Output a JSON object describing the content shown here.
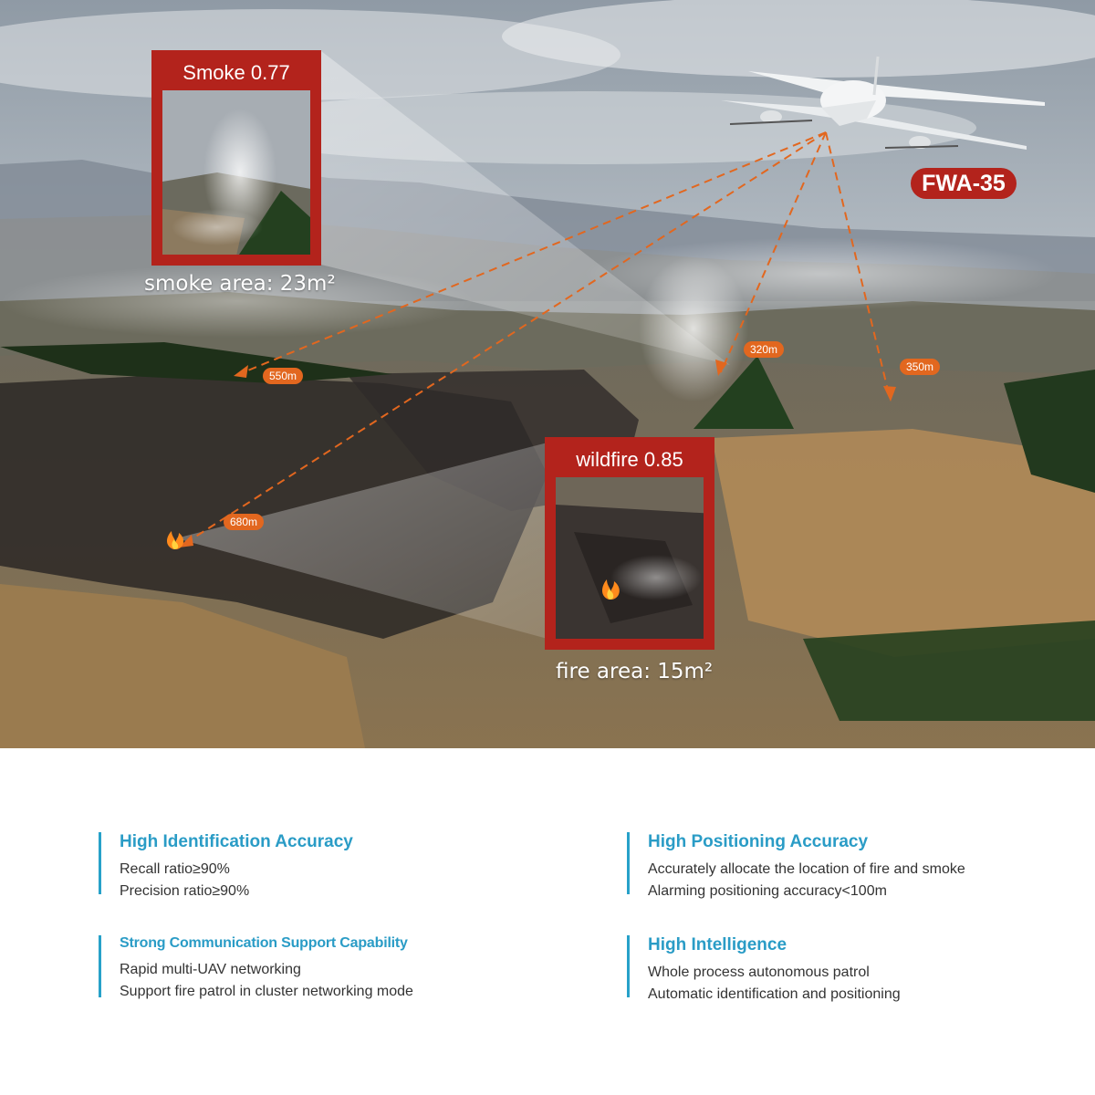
{
  "aircraft": {
    "model": "FWA-35"
  },
  "detections": [
    {
      "label": "Smoke 0.77",
      "caption": "smoke area: 23m²"
    },
    {
      "label": "wildfire 0.85",
      "caption": "fire area: 15m²"
    }
  ],
  "distances": [
    "550m",
    "680m",
    "320m",
    "350m"
  ],
  "features": [
    {
      "title": "High Identification Accuracy",
      "lines": [
        "Recall ratio≥90%",
        "Precision ratio≥90%"
      ]
    },
    {
      "title": "High Positioning Accuracy",
      "lines": [
        "Accurately allocate the location of fire and smoke",
        "Alarming positioning accuracy<100m"
      ]
    },
    {
      "title": "Strong Communication Support Capability",
      "lines": [
        "Rapid multi-UAV networking",
        "Support fire patrol in cluster networking mode"
      ]
    },
    {
      "title": "High Intelligence",
      "lines": [
        "Whole process autonomous patrol",
        "Automatic identification and positioning"
      ]
    }
  ],
  "colors": {
    "alert_red": "#b3231c",
    "distance_orange": "#e2671f",
    "accent_blue": "#2a9cc6"
  },
  "icons": [
    "fire-icon",
    "uav-icon"
  ]
}
